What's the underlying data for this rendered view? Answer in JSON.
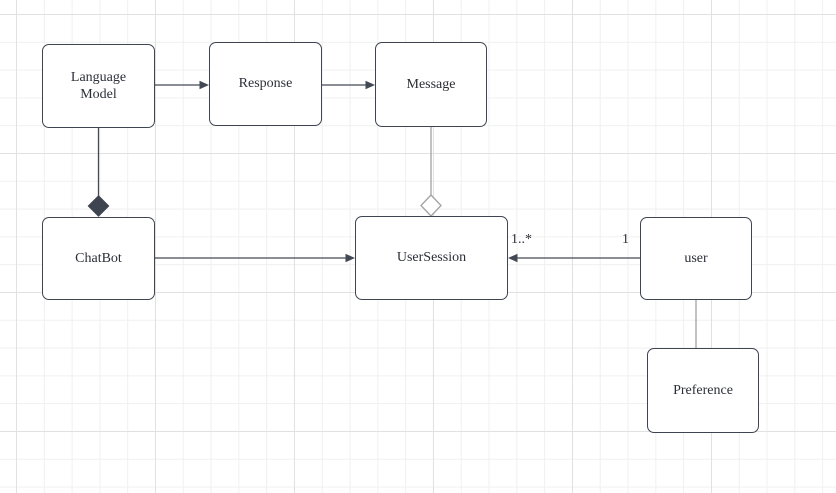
{
  "canvas": {
    "background": "#ffffff",
    "grid_minor_color": "#f0f0f0",
    "grid_major_color": "#e1e1e1"
  },
  "diagram": {
    "type": "uml-class-diagram",
    "colors": {
      "node_fill": "#ffffff",
      "node_stroke": "#3e4450",
      "edge_dark": "#434954",
      "edge_light": "#a2a2a2",
      "text": "#2b2f38"
    },
    "nodes": [
      {
        "id": "language-model",
        "label": "Language Model"
      },
      {
        "id": "response",
        "label": "Response"
      },
      {
        "id": "message",
        "label": "Message"
      },
      {
        "id": "chatbot",
        "label": "ChatBot"
      },
      {
        "id": "user-session",
        "label": "UserSession"
      },
      {
        "id": "user",
        "label": "user"
      },
      {
        "id": "preference",
        "label": "Preference"
      }
    ],
    "edges": [
      {
        "from": "language-model",
        "to": "response",
        "type": "directed-arrow"
      },
      {
        "from": "response",
        "to": "message",
        "type": "directed-arrow"
      },
      {
        "from": "language-model",
        "to": "chatbot",
        "type": "composition-filled-diamond"
      },
      {
        "from": "message",
        "to": "user-session",
        "type": "aggregation-open-diamond"
      },
      {
        "from": "chatbot",
        "to": "user-session",
        "type": "directed-arrow"
      },
      {
        "from": "user",
        "to": "user-session",
        "type": "directed-arrow",
        "label_source": "1",
        "label_target": "1..*"
      },
      {
        "from": "user",
        "to": "preference",
        "type": "plain-line"
      }
    ]
  }
}
